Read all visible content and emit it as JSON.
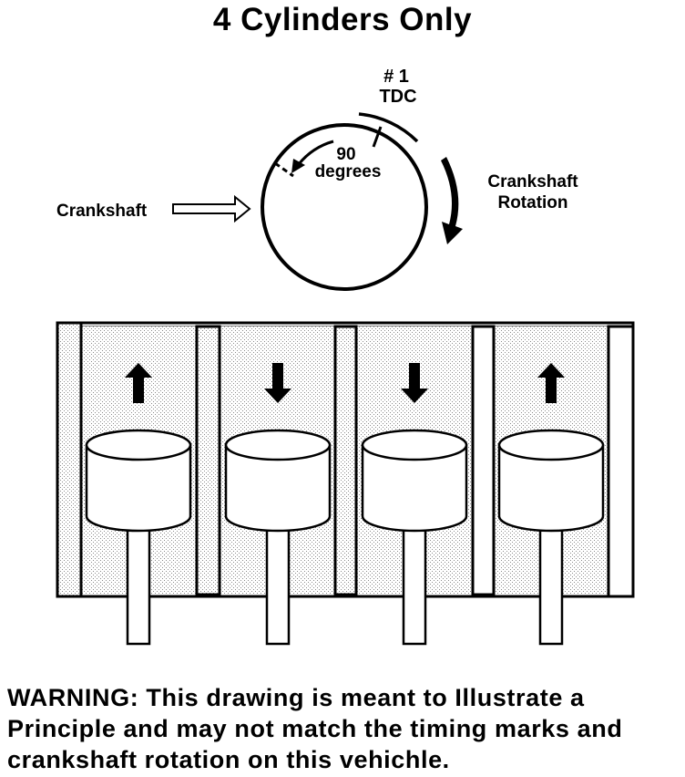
{
  "title": "4 Cylinders Only",
  "labels": {
    "tdc_line1": "# 1",
    "tdc_line2": "TDC",
    "degrees_value": "90",
    "degrees_unit": "degrees",
    "crankshaft": "Crankshaft",
    "rotation_line1": "Crankshaft",
    "rotation_line2": "Rotation"
  },
  "pistons": [
    {
      "direction": "up"
    },
    {
      "direction": "down"
    },
    {
      "direction": "down"
    },
    {
      "direction": "up"
    }
  ],
  "warning": {
    "line1": "WARNING:  This drawing is meant to Illustrate a",
    "line2": "Principle and may not match the timing marks and",
    "line3": "crankshaft rotation on this vehichle."
  },
  "colors": {
    "ink": "#000000",
    "paper": "#ffffff",
    "cylinder_fill": "#e4e4e4"
  }
}
